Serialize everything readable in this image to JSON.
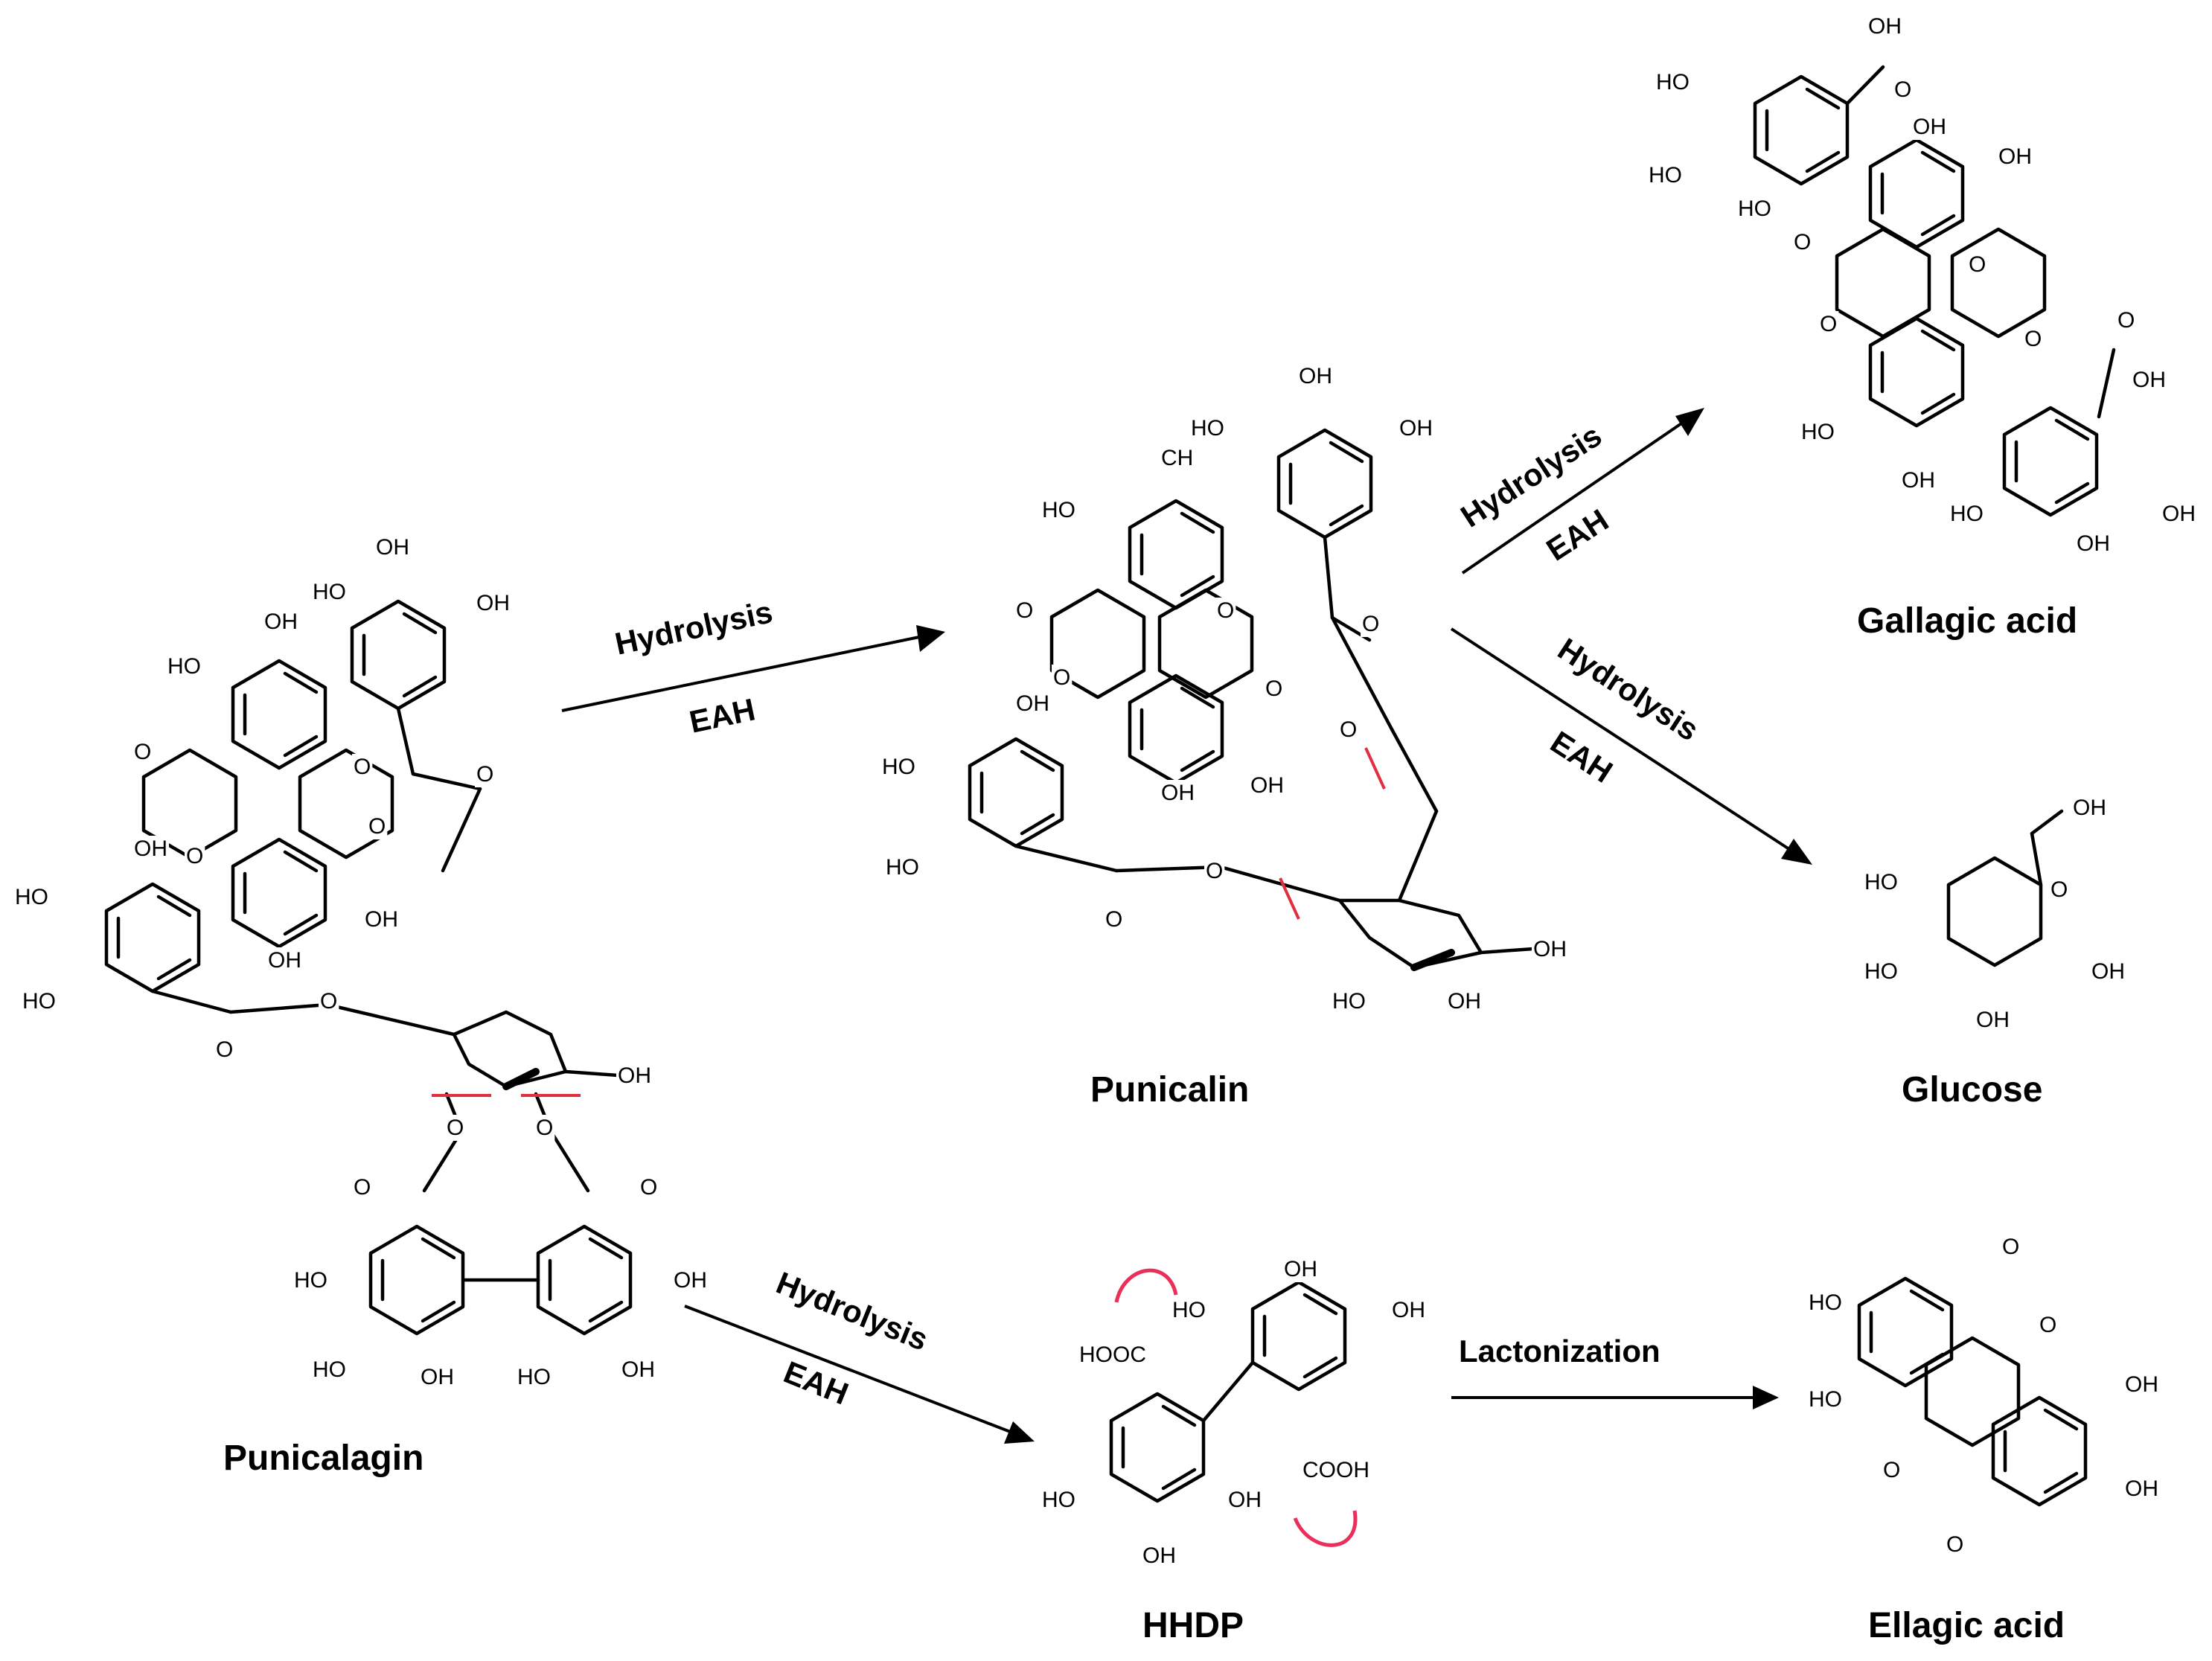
{
  "compounds": {
    "punicalagin": "Punicalagin",
    "punicalin": "Punicalin",
    "gallagic_acid": "Gallagic acid",
    "glucose": "Glucose",
    "hhdp": "HHDP",
    "ellagic_acid": "Ellagic acid"
  },
  "reactions": {
    "r1": {
      "process": "Hydrolysis",
      "agent": "EAH"
    },
    "r2": {
      "process": "Hydrolysis",
      "agent": "EAH"
    },
    "r3": {
      "process": "Hydrolysis",
      "agent": "EAH"
    },
    "r4": {
      "process": "Hydrolysis",
      "agent": "EAH"
    },
    "r5": {
      "process": "Lactonization"
    }
  },
  "atoms": {
    "oh": "OH",
    "ho": "HO",
    "o": "O",
    "ch": "CH",
    "cooh": "COOH",
    "hooc": "HOOC"
  },
  "colors": {
    "bond": "#000000",
    "cleavage_mark": "#e03040",
    "lactonization_curl": "#e8305a"
  }
}
